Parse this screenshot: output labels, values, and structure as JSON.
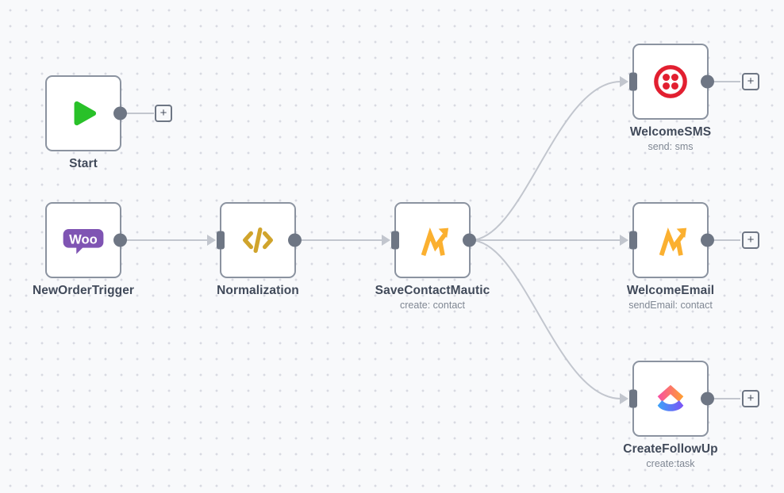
{
  "app": "workflow-editor-canvas",
  "workflow": {
    "nodes": [
      {
        "id": "start",
        "label": "Start",
        "subtitle": "",
        "icon": "play-icon"
      },
      {
        "id": "new-order-trigger",
        "label": "NewOrderTrigger",
        "subtitle": "",
        "icon": "woocommerce-icon"
      },
      {
        "id": "normalization",
        "label": "Normalization",
        "subtitle": "",
        "icon": "code-icon"
      },
      {
        "id": "save-contact-mautic",
        "label": "SaveContactMautic",
        "subtitle": "create: contact",
        "icon": "mautic-icon"
      },
      {
        "id": "welcome-sms",
        "label": "WelcomeSMS",
        "subtitle": "send: sms",
        "icon": "twilio-icon"
      },
      {
        "id": "welcome-email",
        "label": "WelcomeEmail",
        "subtitle": "sendEmail: contact",
        "icon": "mautic-icon"
      },
      {
        "id": "create-follow-up",
        "label": "CreateFollowUp",
        "subtitle": "create:task",
        "icon": "clickup-icon"
      }
    ],
    "connections": [
      {
        "from": "NewOrderTrigger",
        "to": "Normalization"
      },
      {
        "from": "Normalization",
        "to": "SaveContactMautic"
      },
      {
        "from": "SaveContactMautic",
        "to": "WelcomeSMS"
      },
      {
        "from": "SaveContactMautic",
        "to": "WelcomeEmail"
      },
      {
        "from": "SaveContactMautic",
        "to": "CreateFollowUp"
      }
    ],
    "add_button_label": "+"
  },
  "colors": {
    "canvas_bg": "#f8f9fb",
    "grid_dot": "#d8dae2",
    "node_border": "#8b93a0",
    "port": "#6e7684",
    "connection": "#c2c6ce",
    "label_text": "#414a5a",
    "subtitle_text": "#7f8793",
    "start_green": "#29C129",
    "woo_purple": "#7F54B3",
    "code_gold": "#D0A42C",
    "mautic_orange": "#FBB030",
    "twilio_red": "#E21F30",
    "clickup_gradient_top": [
      "#F84DA5",
      "#FFA12F"
    ],
    "clickup_gradient_bottom": [
      "#3BA3F8",
      "#7D52F5"
    ]
  }
}
